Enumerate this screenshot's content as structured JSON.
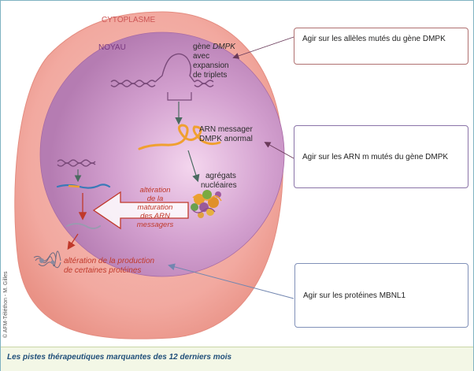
{
  "labels": {
    "cytoplasme": "CYTOPLASME",
    "noyau": "NOYAU",
    "gene_line1": "gène",
    "gene_line1_em": "DMPK",
    "gene_line2": "avec",
    "gene_line3": "expansion",
    "gene_line4": "de triplets",
    "arn_line1": "ARN messager",
    "arn_line2": "DMPK anormal",
    "agregats_line1": "agrégats",
    "agregats_line2": "nucléaires",
    "alteration_maturation": [
      "altération",
      "de la",
      "maturation",
      "des ARN",
      "messagers"
    ],
    "alteration_production": [
      "altération de la production",
      "de certaines protéines"
    ]
  },
  "callouts": {
    "alleles": "Agir sur les allèles mutés du gène DMPK",
    "arn": "Agir sur les ARN m mutés du gène DMPK",
    "proteines": "Agir sur les protéines MBNL1"
  },
  "credit": "© AFM-Téléthon - M. Gilles",
  "caption": "Les pistes thérapeutiques marquantes des 12 derniers mois",
  "colors": {
    "cytoplasm": "#f2a9a0",
    "nucleus": "#bf86bb",
    "label_red": "#cc5555",
    "label_purple": "#7a3a80",
    "mrna": "#f0a030",
    "arrow_red": "#c0392b",
    "caption": "#1f4e79"
  }
}
